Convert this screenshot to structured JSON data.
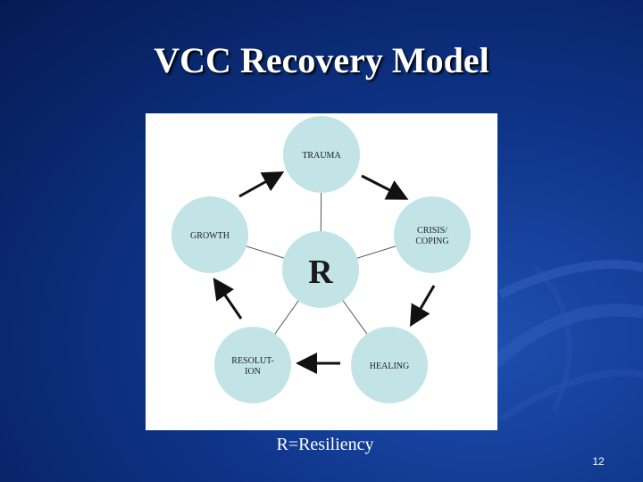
{
  "slide": {
    "title": "VCC Recovery Model",
    "caption": "R=Resiliency",
    "page_number": "12"
  },
  "diagram": {
    "center": {
      "label": "R"
    },
    "nodes": [
      {
        "id": "trauma",
        "lines": [
          "TRAUMA"
        ]
      },
      {
        "id": "crisis",
        "lines": [
          "CRISIS/",
          "COPING"
        ]
      },
      {
        "id": "healing",
        "lines": [
          "HEALING"
        ]
      },
      {
        "id": "resolution",
        "lines": [
          "RESOLUT-",
          "ION"
        ]
      },
      {
        "id": "growth",
        "lines": [
          "GROWTH"
        ]
      }
    ],
    "node_fill": "#c2e4e6",
    "edge_color": "#555555",
    "arrow_color": "#111111"
  },
  "colors": {
    "background": "#0e3488",
    "title_text": "#ffffff"
  }
}
